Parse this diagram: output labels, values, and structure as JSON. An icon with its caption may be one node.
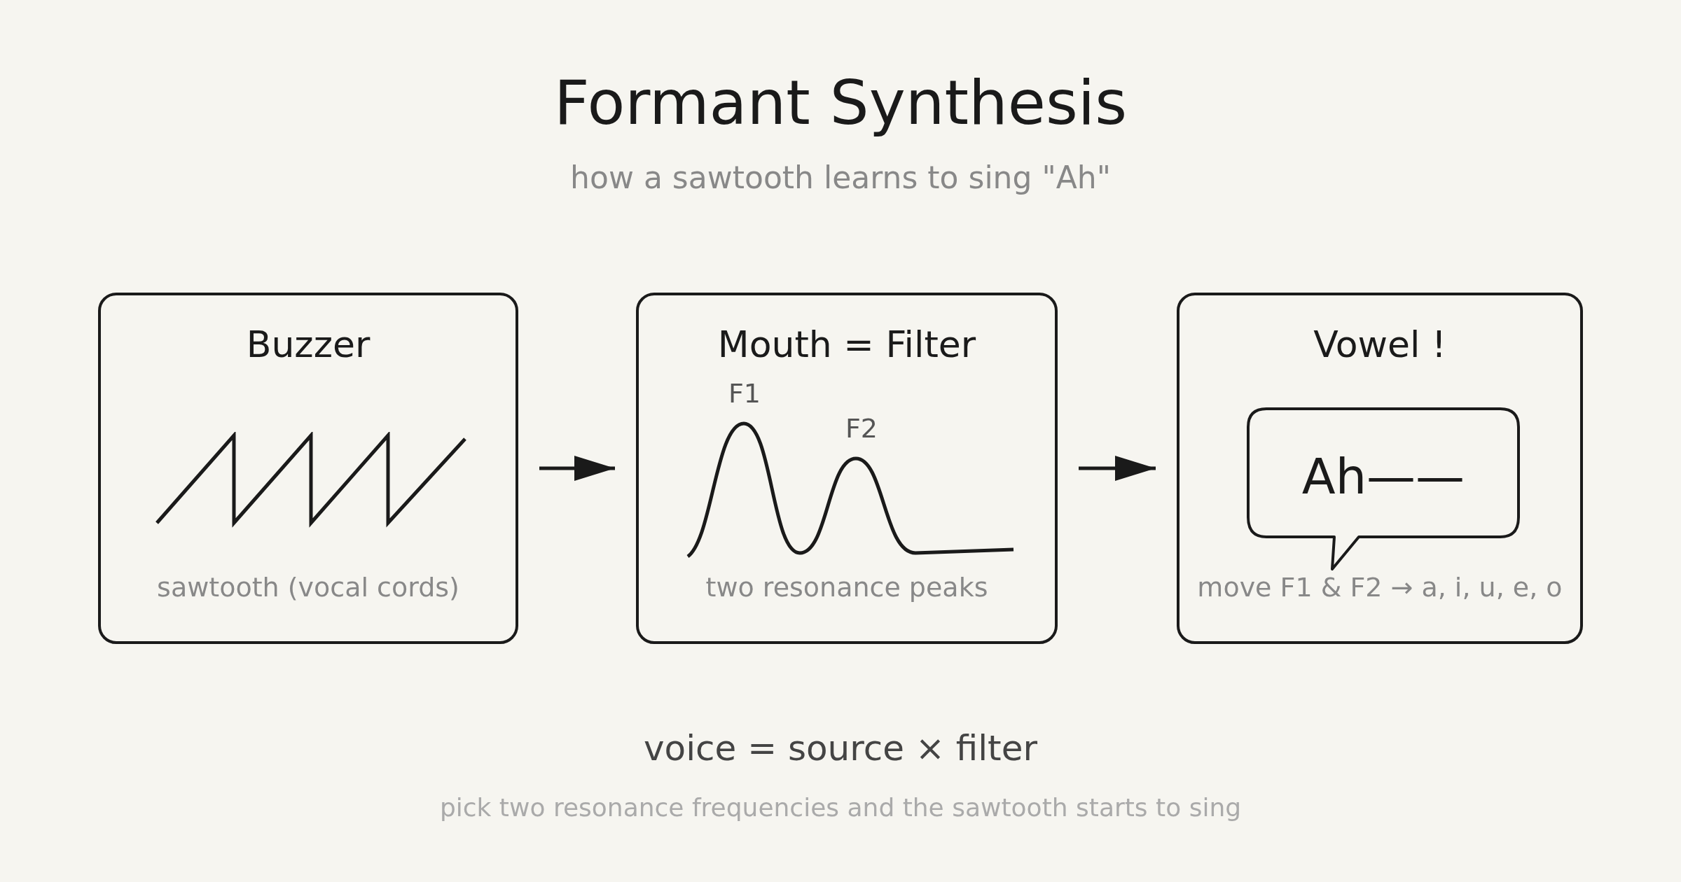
{
  "diagram": {
    "title": "Formant Synthesis",
    "nodes": [
      {
        "text": [
          "Buzzer",
          "sawtooth (vocal cords)"
        ]
      },
      {
        "text": [
          "Mouth = Filter",
          "two resonance peaks"
        ]
      },
      {
        "text": [
          "Vowel !",
          "move F1 & F2 → a, i, u, e, o"
        ]
      },
      {
        "text": [
          "Ah——"
        ],
        "in": 2
      }
    ],
    "edges": [
      {
        "from": 0,
        "to": 1,
        "arrow": "to"
      },
      {
        "from": 1,
        "to": 2,
        "arrow": "to"
      }
    ],
    "labels": [
      "how a sawtooth learns to sing \"Ah\"",
      "F1",
      "F2",
      "voice = source × filter",
      "pick two resonance frequencies and the sawtooth starts to sing"
    ]
  }
}
